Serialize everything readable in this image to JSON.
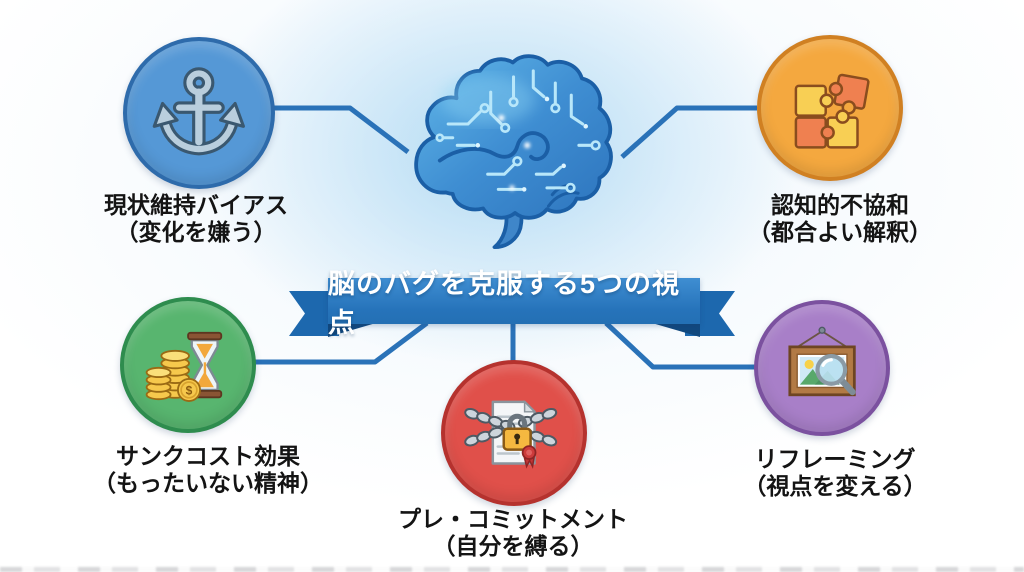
{
  "title_banner": {
    "text": "脳のバグを克服する5つの視点"
  },
  "center": {
    "icon": "circuit-brain-icon"
  },
  "colors": {
    "connector": "#2a72b8",
    "banner_main": "#2e7dc4",
    "banner_tail": "#1d68ae",
    "banner_fold": "#12497f",
    "background_glow": "#bfe0f4",
    "label_text": "#141414"
  },
  "nodes": [
    {
      "id": "status-quo-bias",
      "label": "現状維持バイアス",
      "sublabel": "（変化を嫌う）",
      "icon": "anchor-icon",
      "circle_color": "#5598d6",
      "border_color": "#2e6bab"
    },
    {
      "id": "cognitive-dissonance",
      "label": "認知的不協和",
      "sublabel": "（都合よい解釈）",
      "icon": "puzzle-pieces-icon",
      "circle_color": "#f4a83f",
      "border_color": "#d08022"
    },
    {
      "id": "sunk-cost",
      "label": "サンクコスト効果",
      "sublabel": "（もったいない精神）",
      "icon": "coins-hourglass-icon",
      "circle_color": "#58b56f",
      "border_color": "#2e8c4e",
      "coin_symbol": "$"
    },
    {
      "id": "pre-commitment",
      "label": "プレ・コミットメント",
      "sublabel": "（自分を縛る）",
      "icon": "chained-locked-document-icon",
      "circle_color": "#e0504a",
      "border_color": "#b5322e"
    },
    {
      "id": "reframing",
      "label": "リフレーミング",
      "sublabel": "（視点を変える）",
      "icon": "picture-frame-magnifier-icon",
      "circle_color": "#a87fc8",
      "border_color": "#7b519f"
    }
  ]
}
